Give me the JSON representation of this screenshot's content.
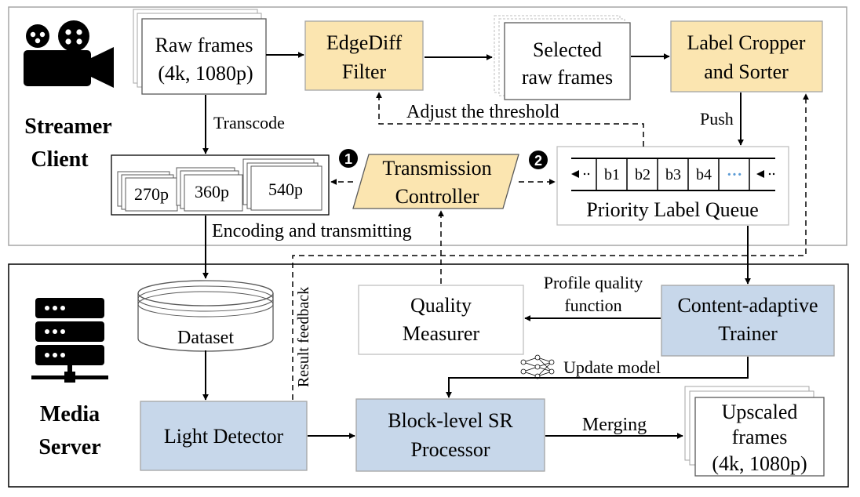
{
  "regions": {
    "client": {
      "line1": "Streamer",
      "line2": "Client"
    },
    "server": {
      "line1": "Media",
      "line2": "Server"
    }
  },
  "nodes": {
    "raw_frames": {
      "line1": "Raw frames",
      "line2": "(4k, 1080p)"
    },
    "edgediff": {
      "line1": "EdgeDiff",
      "line2": "Filter"
    },
    "selected": {
      "line1": "Selected",
      "line2": "raw frames"
    },
    "cropper": {
      "line1": "Label Cropper",
      "line2": "and Sorter"
    },
    "res": {
      "r270": "270p",
      "r360": "360p",
      "r540": "540p"
    },
    "controller": {
      "line1": "Transmission",
      "line2": "Controller"
    },
    "queue": {
      "label": "Priority Label Queue",
      "cells": [
        "b1",
        "b2",
        "b3",
        "b4",
        "···"
      ]
    },
    "dataset": {
      "label": "Dataset"
    },
    "quality": {
      "line1": "Quality",
      "line2": "Measurer"
    },
    "trainer": {
      "line1": "Content-adaptive",
      "line2": "Trainer"
    },
    "detector": {
      "label": "Light Detector"
    },
    "sr": {
      "line1": "Block-level SR",
      "line2": "Processor"
    },
    "upscaled": {
      "line1": "Upscaled",
      "line2": "frames",
      "line3": "(4k, 1080p)"
    }
  },
  "edges": {
    "transcode": "Transcode",
    "adjust": "Adjust the threshold",
    "push": "Push",
    "encoding": "Encoding and transmitting",
    "profile1": "Profile quality",
    "profile2": "function",
    "result_feedback": "Result feedback",
    "update_model": "Update model",
    "merging": "Merging"
  },
  "badges": {
    "one": "1",
    "two": "2"
  },
  "colors": {
    "yellow": "#fbe5b0",
    "blue": "#c7d7ea",
    "border": "#a5a5a5",
    "line": "#000000"
  }
}
